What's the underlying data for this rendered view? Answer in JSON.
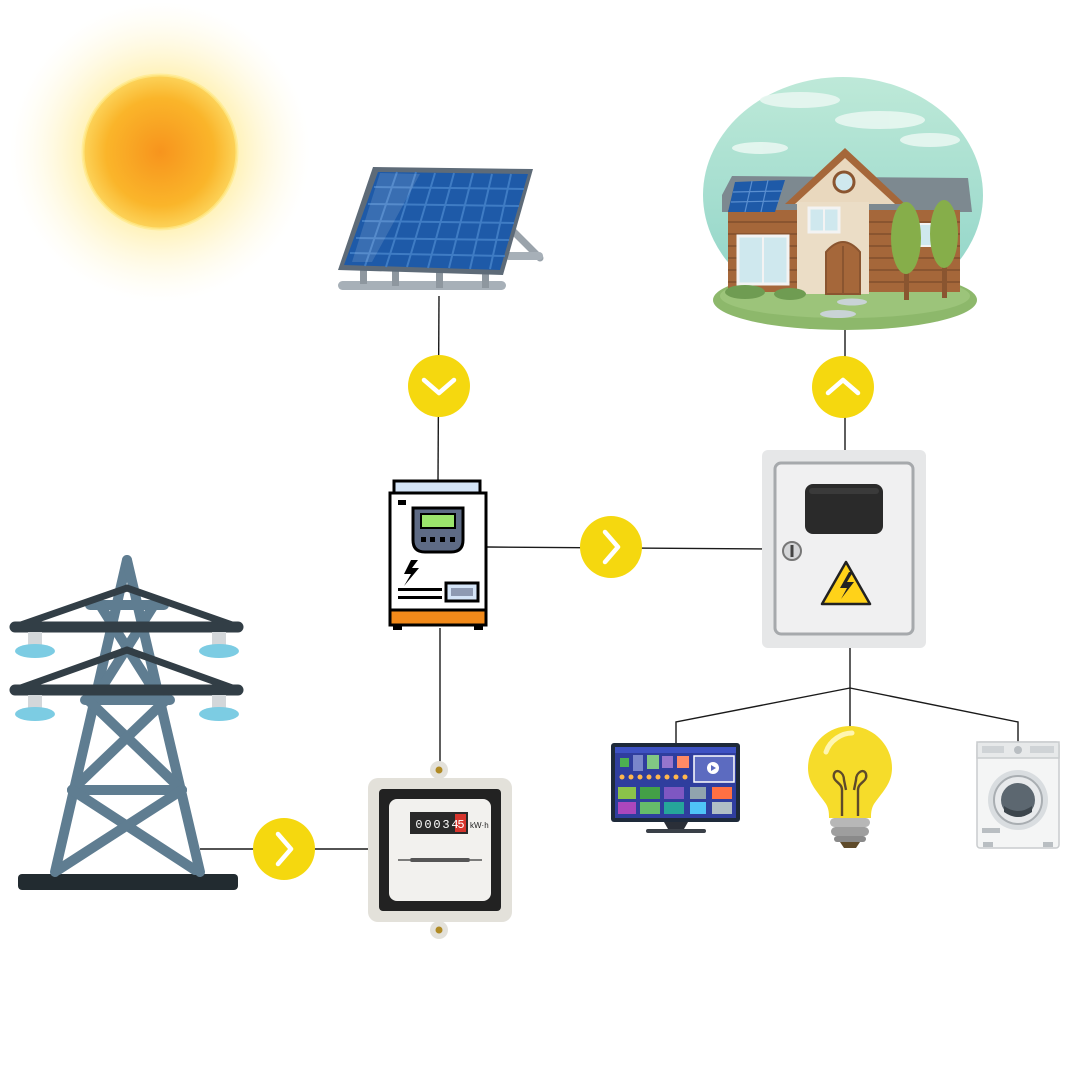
{
  "meter": {
    "digits": [
      "0",
      "0",
      "0",
      "3",
      "4",
      "5"
    ],
    "unit": "kW·h"
  },
  "colors": {
    "connector_arrow": "#F5D80F",
    "wire": "#1A1A1A",
    "sun_core": "#F7A21B",
    "solar_cell": "#1E5AA8",
    "inverter_accent": "#F28A1A",
    "tower_steel": "#5F7D91",
    "insulator": "#7CCCE3",
    "bulb": "#F6DC2A"
  },
  "icons": [
    "sun-icon",
    "solar-panel-icon",
    "house-icon",
    "inverter-icon",
    "distribution-box-icon",
    "power-tower-icon",
    "electric-meter-icon",
    "tv-icon",
    "light-bulb-icon",
    "washing-machine-icon",
    "chevron-down-icon",
    "chevron-up-icon",
    "chevron-right-icon"
  ]
}
